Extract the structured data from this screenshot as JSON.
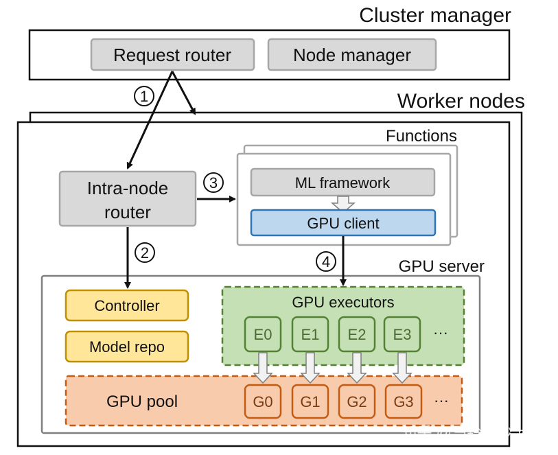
{
  "cluster_manager": {
    "title": "Cluster manager",
    "request_router": "Request router",
    "node_manager": "Node manager"
  },
  "worker_nodes": {
    "title": "Worker nodes",
    "intra_node_router_line1": "Intra-node",
    "intra_node_router_line2": "router"
  },
  "functions": {
    "title": "Functions",
    "ml_framework": "ML framework",
    "gpu_client": "GPU client"
  },
  "gpu_server": {
    "title": "GPU server",
    "controller": "Controller",
    "model_repo": "Model repo",
    "executors_title": "GPU executors",
    "executors": [
      "E0",
      "E1",
      "E2",
      "E3"
    ],
    "pool_title": "GPU pool",
    "gpus": [
      "G0",
      "G1",
      "G2",
      "G3"
    ],
    "ellipsis": "···"
  },
  "steps": [
    "1",
    "2",
    "3",
    "4"
  ],
  "watermark": "知乎 @马铃薯炒土豆",
  "colors": {
    "gray_fill": "#d9d9d9",
    "blue_fill": "#bdd7ee",
    "blue_stroke": "#2e75b6",
    "yellow_fill": "#ffe699",
    "yellow_stroke": "#bf9000",
    "green_fill": "#c5e0b4",
    "green_stroke": "#548235",
    "orange_fill": "#f8cbad",
    "orange_stroke": "#c55a11"
  }
}
